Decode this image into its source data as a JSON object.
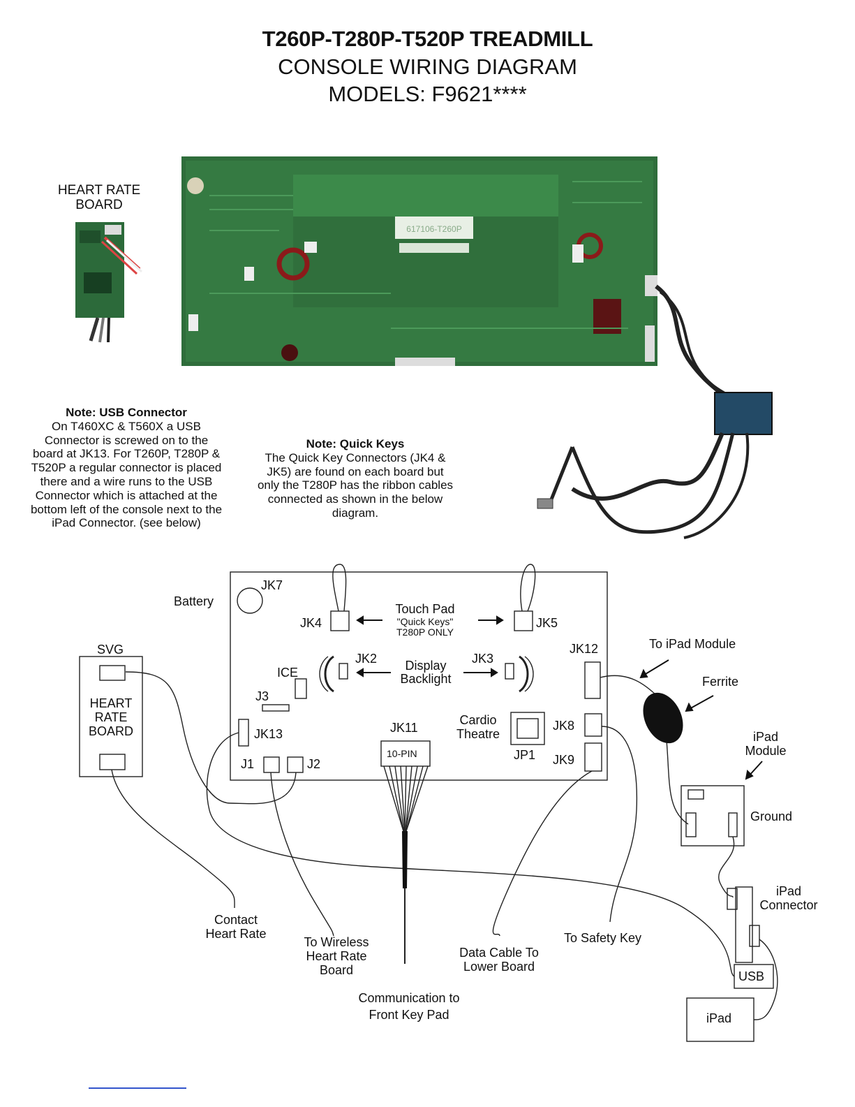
{
  "header": {
    "line1": "T260P-T280P-T520P TREADMILL",
    "line2": "CONSOLE WIRING DIAGRAM",
    "line3": "MODELS: F9621****"
  },
  "photos": {
    "hr_board_caption": "HEART RATE BOARD",
    "main_board_sticker": "617106-T260P"
  },
  "notes": {
    "usb": {
      "title": "Note: USB Connector",
      "body": "On T460XC & T560X a USB Connector is screwed on to the board at JK13. For T260P, T280P & T520P a regular connector is placed there and a wire runs to the USB Connector which is attached at the bottom left of the console next to the iPad Connector. (see below)"
    },
    "quick_keys": {
      "title": "Note: Quick Keys",
      "body": "The Quick Key Connectors (JK4 & JK5) are found on each board but only the T280P has the ribbon cables connected as shown in the below diagram."
    }
  },
  "diagram": {
    "battery": "Battery",
    "jk7": "JK7",
    "jk4": "JK4",
    "jk5": "JK5",
    "touch_pad": "Touch Pad",
    "quick_keys": "\"Quick Keys\"",
    "t280p_only": "T280P ONLY",
    "svg": "SVG",
    "hr_board": "HEART RATE BOARD",
    "ice": "ICE",
    "jk2": "JK2",
    "jk3": "JK3",
    "display": "Display",
    "backlight": "Backlight",
    "jk12": "JK12",
    "to_ipad_module": "To iPad Module",
    "ferrite": "Ferrite",
    "j3": "J3",
    "jk13": "JK13",
    "jk11": "JK11",
    "ten_pin": "10-PIN",
    "cardio": "Cardio",
    "theatre": "Theatre",
    "jp1": "JP1",
    "jk8": "JK8",
    "jk9": "JK9",
    "j1": "J1",
    "j2": "J2",
    "ipad_module": "iPad Module",
    "ground": "Ground",
    "ipad_connector": "iPad Connector",
    "contact_hr": "Contact Heart Rate",
    "wireless_hr": "To Wireless Heart Rate Board",
    "communication": "Communication to Front Key Pad",
    "data_cable": "Data Cable To Lower Board",
    "safety_key": "To Safety Key",
    "usb": "USB",
    "ipad": "iPad"
  }
}
